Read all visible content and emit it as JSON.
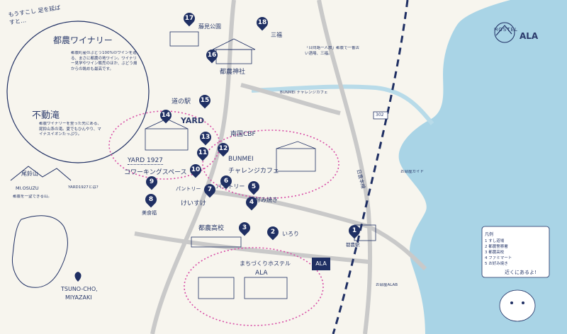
{
  "hostel": {
    "brand_top": "HOSTEL",
    "brand_name": "ALA"
  },
  "title_phrase": "もうすこし 足を延ばすと…",
  "locations": [
    {
      "id": "1",
      "label": ""
    },
    {
      "id": "2",
      "label": "いろり"
    },
    {
      "id": "3",
      "label": "都農高校"
    },
    {
      "id": "4",
      "label": ""
    },
    {
      "id": "5",
      "label": "お好み焼き"
    },
    {
      "id": "6",
      "label": ""
    },
    {
      "id": "7",
      "label": "パントリー"
    },
    {
      "id": "8",
      "label": "美食福"
    },
    {
      "id": "9",
      "label": ""
    },
    {
      "id": "10",
      "label": ""
    },
    {
      "id": "11",
      "label": ""
    },
    {
      "id": "12",
      "label": ""
    },
    {
      "id": "13",
      "label": ""
    },
    {
      "id": "14",
      "label": ""
    },
    {
      "id": "15",
      "label": "道の駅"
    },
    {
      "id": "16",
      "label": "都農神社"
    },
    {
      "id": "17",
      "label": "藤見公園"
    },
    {
      "id": "18",
      "label": "三福"
    }
  ],
  "places": {
    "winery": "都農ワイナリー",
    "waterfall": "不動滝",
    "mountain": "尾鈴山",
    "mountain_en": "MI.OSUZU",
    "yard": "YARD 1927",
    "yard_sub": "コワーキングスペース",
    "yard_logo": "YARD",
    "bunmei": "BUNMEI",
    "bunmei_sub": "チャレンジカフェ",
    "nango": "南国CBF",
    "pantry": "パントリー",
    "keisuke": "けいすけ",
    "hostel_street": "まちづくりホステル",
    "hostel_name": "ALA",
    "route": "日豊本線",
    "road_num": "302",
    "tsuno_en": "TSUNO-CHO,",
    "miyazaki_en": "MIYAZAKI",
    "station": "都農駅",
    "come_see": "近くにあるよ!"
  },
  "notes": {
    "winery_note": "都農町産のぶどう100%のワインを造る、まさに都農の地ワイン。ワイナリー見学やワイン販売のほか、ぶどう畑からの眺めも最高です。",
    "waterfall_note": "都農ワイナリーを登った先にある、尾鈴山系の滝。夏でもひんやり、マイナスイオンたっぷり。",
    "yard_note": "YARD1927とは?",
    "hostel_note": "お部屋ガイド",
    "bunmei_note": "BUNMEI チャレンジカフェ",
    "ala_note": "お部屋ALAB",
    "mountain_note": "都農を一望できる山。",
    "day_note": "「日向路一人旅」都農で一番古い酒場、三福。",
    "legend_title": "凡例"
  },
  "legend": [
    "1 すし道場",
    "2 都農警察署",
    "3 都農高校",
    "4 ファミマート",
    "5 お好み焼き"
  ],
  "colors": {
    "sea": "#a9d4e6",
    "ink": "#1f2f63",
    "road": "#c9c9c9",
    "circle": "#d84ea6",
    "paper": "#f7f5ee"
  }
}
